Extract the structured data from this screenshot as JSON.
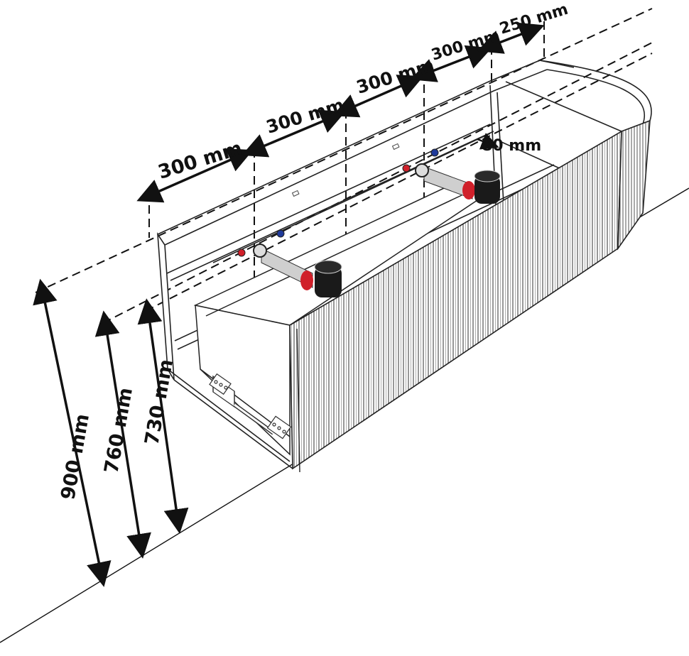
{
  "dimensions": {
    "width_1": "300 mm",
    "width_2": "300 mm",
    "width_3": "300 mm",
    "width_4": "300 mm",
    "width_5": "250 mm",
    "pipe_offset": "80 mm",
    "height_total": "900 mm",
    "height_upper": "760 mm",
    "height_lower": "730 mm"
  },
  "colors": {
    "line": "#111111",
    "hot_pipe": "#d0202a",
    "cold_pipe": "#1f3a9a",
    "siphon": "#1a1a1a"
  }
}
